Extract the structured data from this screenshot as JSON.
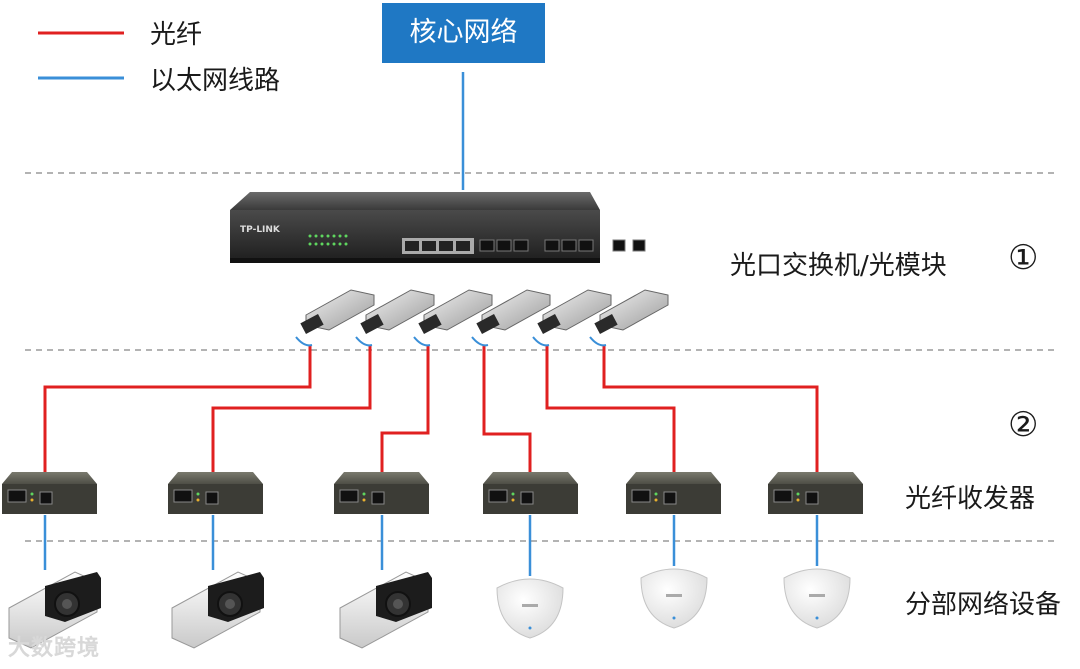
{
  "legend": {
    "fiber": {
      "label": "光纤",
      "color": "#e02020"
    },
    "ethernet": {
      "label": "以太网线路",
      "color": "#3a8fd8"
    }
  },
  "core_network": {
    "label": "核心网络",
    "color": "#1f78c4"
  },
  "switch": {
    "brand": "TP-LINK"
  },
  "tiers": [
    {
      "label": "光口交换机/光模块",
      "marker": "①"
    },
    {
      "label": "光纤收发器",
      "marker": "②"
    },
    {
      "label": "分部网络设备"
    }
  ],
  "sfp_module_count": 6,
  "media_converter_count": 6,
  "endpoints": [
    {
      "type": "camera"
    },
    {
      "type": "camera"
    },
    {
      "type": "camera"
    },
    {
      "type": "access-point"
    },
    {
      "type": "access-point"
    },
    {
      "type": "access-point"
    }
  ],
  "watermark": "大数跨境"
}
